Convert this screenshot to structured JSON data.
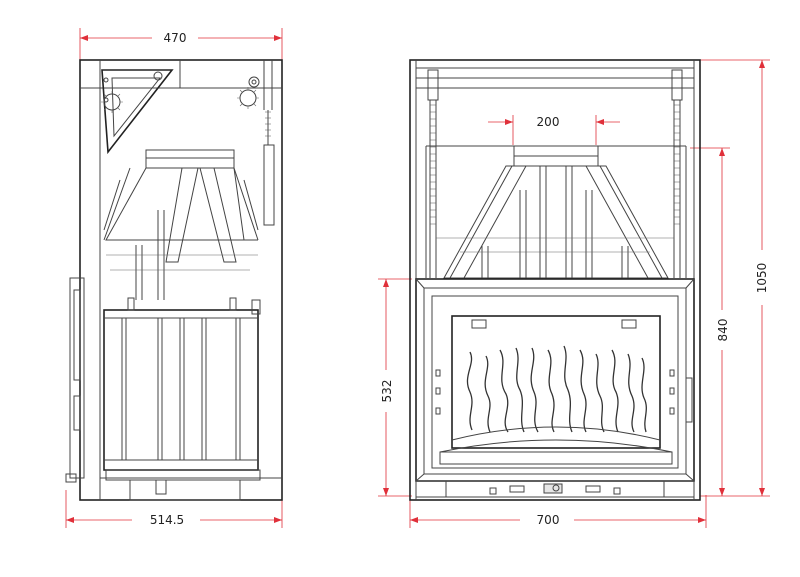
{
  "dimensions": {
    "side_width": "470",
    "side_depth": "514.5",
    "front_height_total": "1050",
    "front_height_mid": "840",
    "door_height": "532",
    "front_width": "700",
    "flue_width": "200"
  },
  "colors": {
    "dimension_line": "#e0303a",
    "drawing_line": "#444444"
  }
}
